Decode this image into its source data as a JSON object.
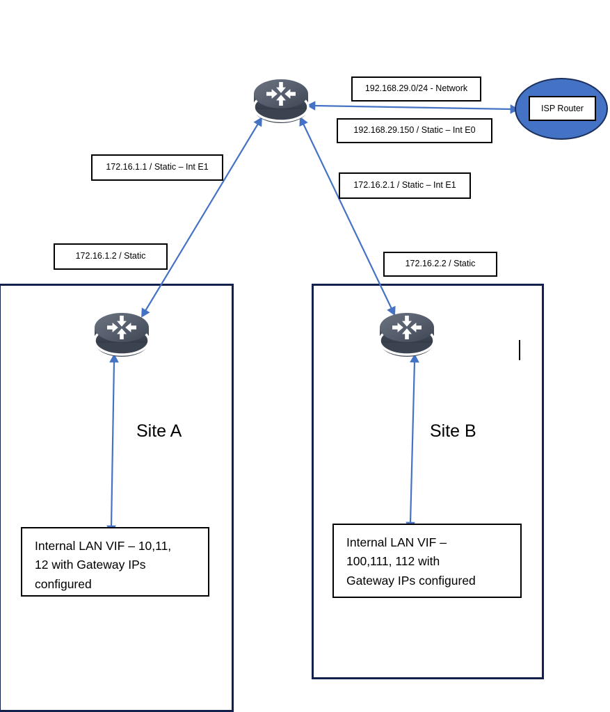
{
  "diagram": {
    "title": "Two-site WAN topology with core router and ISP uplink",
    "background_color": "#ffffff",
    "arrow_color": "#4472c4",
    "site_border_color": "#11204d",
    "callout_border_color": "#000000",
    "isp_fill_color": "#4472c4",
    "router_body_color": "#4a5263"
  },
  "nodes": {
    "core_router": {
      "icon": "router-icon",
      "label": ""
    },
    "isp": {
      "icon": "ellipse-node",
      "label": "ISP Router"
    },
    "site_a_router": {
      "icon": "router-icon",
      "label": ""
    },
    "site_b_router": {
      "icon": "router-icon",
      "label": ""
    }
  },
  "sites": [
    {
      "name": "site-a",
      "label": "Site A",
      "lan_note": "Internal LAN VIF – 10,11, 12 with Gateway IPs configured",
      "lan_note_lines": [
        "Internal LAN VIF – 10,11,",
        "12 with Gateway IPs",
        "configured"
      ],
      "uplink_interface": "172.16.1.1 / Static – Int E1",
      "local_interface": "172.16.1.2 / Static"
    },
    {
      "name": "site-b",
      "label": "Site B",
      "lan_note": "Internal LAN VIF – 100,111, 112 with Gateway IPs configured",
      "lan_note_lines": [
        "Internal LAN VIF –",
        "100,111, 112 with",
        "Gateway IPs configured"
      ],
      "uplink_interface": "172.16.2.1 / Static – Int E1",
      "local_interface": "172.16.2.2 / Static"
    }
  ],
  "callouts": {
    "network": "192.168.29.0/24 - Network",
    "wan_interface": "192.168.29.150 / Static – Int E0",
    "site_a_uplink": "172.16.1.1 / Static – Int E1",
    "site_b_uplink": "172.16.2.1 / Static – Int E1",
    "site_a_local": "172.16.1.2 / Static",
    "site_b_local": "172.16.2.2 / Static"
  },
  "lan_lines": {
    "site_a": [
      "Internal LAN VIF – 10,11,",
      "12 with Gateway IPs",
      "configured"
    ],
    "site_b": [
      "Internal LAN VIF –",
      "100,111, 112 with",
      "Gateway IPs configured"
    ]
  }
}
